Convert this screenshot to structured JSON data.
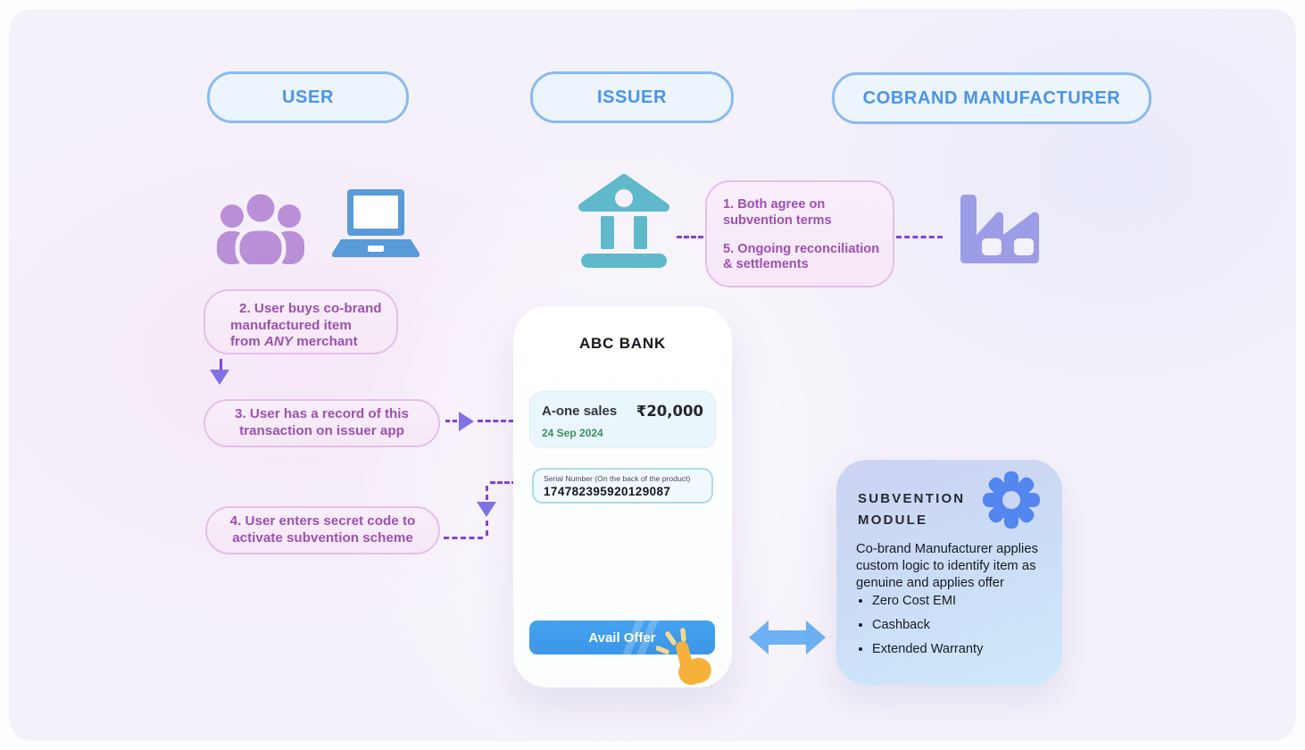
{
  "lanes": {
    "user": "USER",
    "issuer": "ISSUER",
    "cobrand": "COBRAND MANUFACTURER"
  },
  "callout_agree": {
    "item1": "1. Both agree on subvention terms",
    "item5": "5. Ongoing reconciliation & settlements"
  },
  "callout_buy": {
    "line1": "2. User buys co-brand",
    "line2": "manufactured item",
    "line3_pre": "from ",
    "line3_italic": "ANY",
    "line3_post": " merchant"
  },
  "callout_record": {
    "text": "3. User has a record of this transaction on issuer app"
  },
  "callout_code": {
    "text": "4. User enters secret code to activate subvention scheme"
  },
  "phone": {
    "bank_name": "ABC BANK",
    "transaction": {
      "merchant": "A-one sales",
      "amount": "₹20,000",
      "date": "24 Sep 2024"
    },
    "serial": {
      "label": "Serial Number (On the back of the product)",
      "value": "174782395920129087"
    },
    "cta": "Avail Offer"
  },
  "module": {
    "title_line1": "SUBVENTION",
    "title_line2": "MODULE",
    "body": "Co-brand Manufacturer applies custom logic to identify item as genuine and applies offer",
    "bullets": [
      "Zero Cost EMI",
      "Cashback",
      "Extended Warranty"
    ]
  },
  "icons": {
    "people": "users-group-icon",
    "laptop": "laptop-icon",
    "bank": "bank-icon",
    "factory": "factory-icon",
    "gear": "gear-icon",
    "hand": "tap-hand-icon",
    "double_arrow": "double-arrow-icon"
  },
  "colors": {
    "pill_text": "#4a94e8",
    "pill_border": "#8abaee",
    "dash_purple": "#8740d8",
    "arrowhead_purple": "#8172e4",
    "callout_text": "#9c51b0",
    "callout_border": "#e3c0e9",
    "icon_people": "#b98fd8",
    "icon_laptop": "#579bd8",
    "icon_bank": "#5fb9ca",
    "icon_factory": "#9d9ce6",
    "gear_blue": "#5386ef",
    "cta_blue": "#3f9ceb",
    "date_green": "#3e8e62",
    "hand_orange": "#f6b13a",
    "double_arrow_blue": "#6db1f4"
  }
}
